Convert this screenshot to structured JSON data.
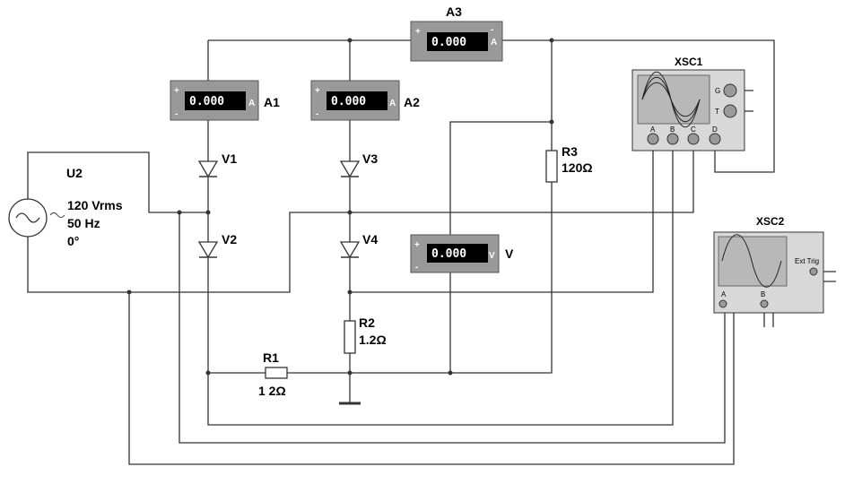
{
  "source": {
    "name": "U2",
    "voltage": "120 Vrms",
    "frequency": "50 Hz",
    "phase": "0°"
  },
  "ammeters": [
    {
      "id": "A1",
      "reading": "0.000",
      "unit": "A"
    },
    {
      "id": "A2",
      "reading": "0.000",
      "unit": "A"
    },
    {
      "id": "A3",
      "reading": "0.000",
      "unit": "A"
    }
  ],
  "voltmeter": {
    "id": "V",
    "reading": "0.000",
    "unit": "V"
  },
  "diodes": [
    "V1",
    "V2",
    "V3",
    "V4"
  ],
  "resistors": [
    {
      "id": "R1",
      "value": "1 2Ω"
    },
    {
      "id": "R2",
      "value": "1.2Ω"
    },
    {
      "id": "R3",
      "value": "120Ω"
    }
  ],
  "scopes": [
    {
      "id": "XSC1",
      "terminals": [
        "A",
        "B",
        "C",
        "D"
      ],
      "side_terminals": [
        "G",
        "T"
      ]
    },
    {
      "id": "XSC2",
      "terminals": [
        "A",
        "B"
      ],
      "trigger_label": "Ext Trig"
    }
  ],
  "signs": {
    "plus": "+",
    "minus": "-"
  }
}
